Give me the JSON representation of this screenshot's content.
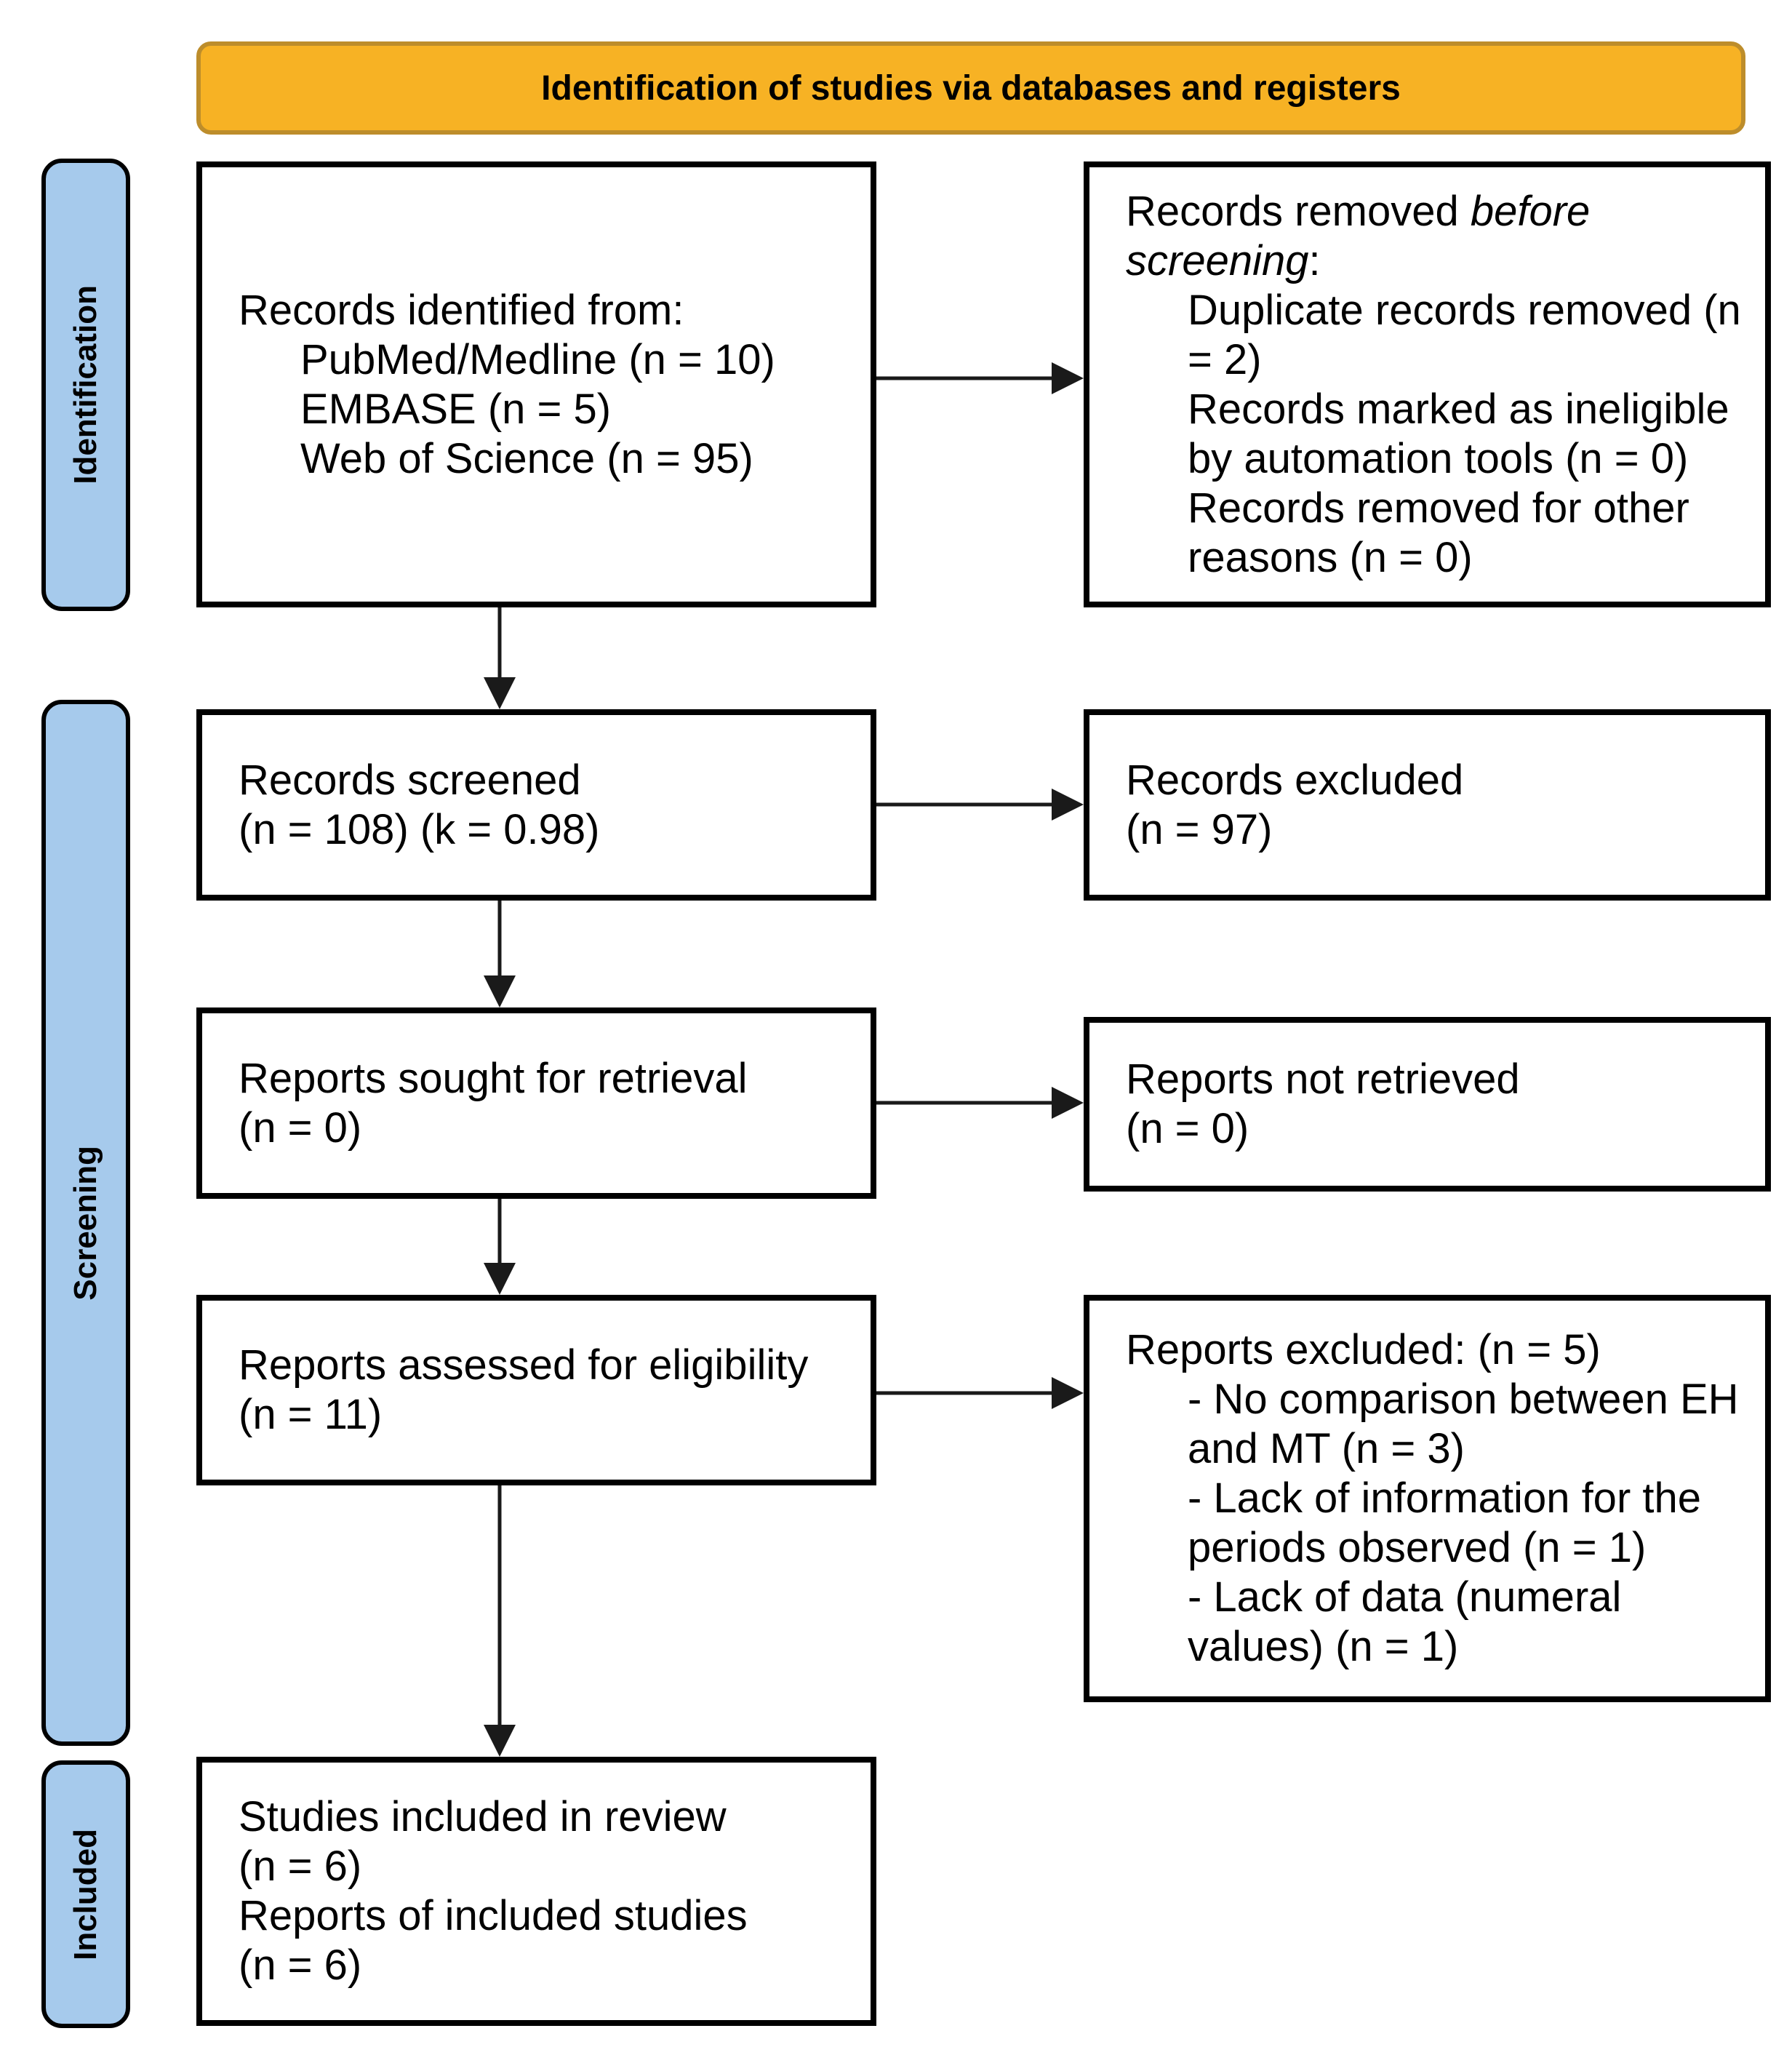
{
  "banner": {
    "title": "Identification of studies via databases and registers"
  },
  "sidebar": {
    "stages": [
      {
        "label": "Identification"
      },
      {
        "label": "Screening"
      },
      {
        "label": "Included"
      }
    ]
  },
  "boxes": {
    "records_identified": {
      "title": "Records identified from:",
      "items": [
        "PubMed/Medline (n = 10)",
        "EMBASE (n = 5)",
        "Web of Science (n = 95)"
      ]
    },
    "records_removed": {
      "title_pre": "Records removed ",
      "title_italic": "before screening",
      "title_post": ":",
      "items": [
        "Duplicate records removed (n = 2)",
        "Records marked as ineligible by automation tools (n = 0)",
        "Records removed for other reasons (n = 0)"
      ]
    },
    "records_screened": {
      "lines": [
        "Records screened",
        "(n = 108) (k = 0.98)"
      ]
    },
    "records_excluded": {
      "lines": [
        "Records excluded",
        "(n = 97)"
      ]
    },
    "reports_sought": {
      "lines": [
        "Reports sought for retrieval",
        "(n = 0)"
      ]
    },
    "reports_not_retrieved": {
      "lines": [
        "Reports not retrieved",
        "(n = 0)"
      ]
    },
    "reports_assessed": {
      "lines": [
        "Reports assessed for eligibility",
        "(n = 11)"
      ]
    },
    "reports_excluded": {
      "title": "Reports excluded: (n = 5)",
      "items": [
        "- No comparison between EH and MT (n = 3)",
        "- Lack of information for the periods observed (n = 1)",
        "- Lack of data (numeral values) (n = 1)"
      ]
    },
    "studies_included": {
      "lines": [
        "Studies included in review",
        "(n = 6)",
        "Reports of included studies",
        "(n = 6)"
      ]
    }
  },
  "colors": {
    "banner_fill": "#F7B224",
    "banner_border": "#BD8D2B",
    "stage_fill": "#A6CAEC",
    "stage_border": "#000000",
    "box_border": "#000000",
    "arrow": "#1A1A1A",
    "text": "#000000",
    "background": "#FFFFFF"
  }
}
